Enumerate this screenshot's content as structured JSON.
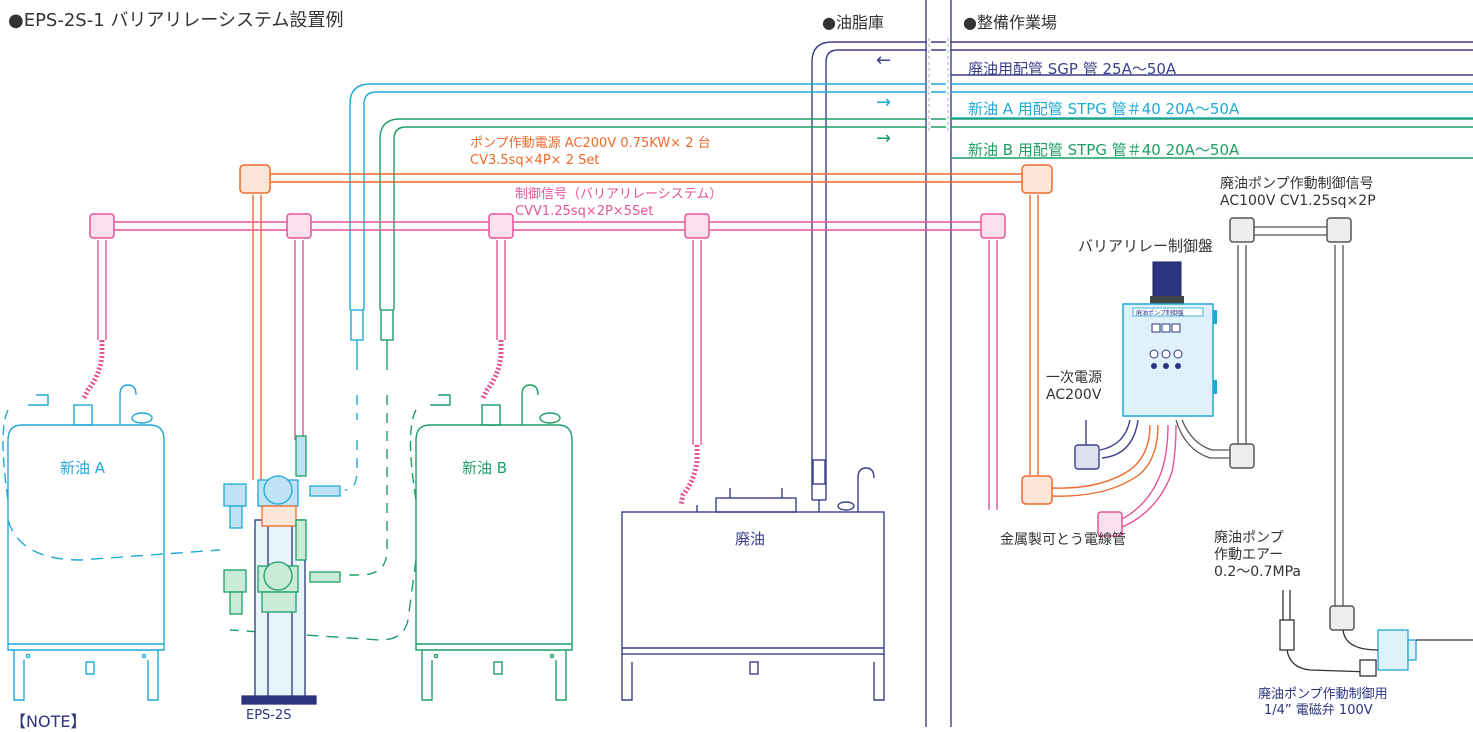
{
  "title": "●EPS-2S-1 バリアリレーシステム設置例",
  "zones": {
    "oil_store": "●油脂庫",
    "workshop": "●整備作業場"
  },
  "pipes": {
    "waste": {
      "arrow": "←",
      "label": "廃油用配管 SGP 管 25A～50A",
      "color": "#3d3f8c"
    },
    "new_a": {
      "arrow": "→",
      "label": "新油 A 用配管 STPG 管＃40 20A～50A",
      "color": "#1fa9d6"
    },
    "new_b": {
      "arrow": "→",
      "label": "新油 B 用配管 STPG 管＃40 20A～50A",
      "color": "#1e9e66"
    }
  },
  "power": {
    "line1": "ポンプ作動電源 AC200V 0.75KW× 2 台",
    "line2": "CV3.5sq×4P× 2 Set",
    "color": "#ec6a2c"
  },
  "control": {
    "line1": "制御信号（バリアリレーシステム）",
    "line2": "CVV1.25sq×2P×5Set",
    "color": "#e5549a"
  },
  "waste_pump_signal": {
    "line1": "廃油ポンプ作動制御信号",
    "line2": "AC100V CV1.25sq×2P"
  },
  "panel_label": "バリアリレー制御盤",
  "panel_plate": "廃油ポンプ制御盤",
  "primary_power": {
    "line1": "一次電源",
    "line2": "AC200V"
  },
  "tanks": {
    "a": "新油 A",
    "b": "新油 B",
    "waste": "廃油"
  },
  "conduit_label": "金属製可とう電線管",
  "air": {
    "line1": "廃油ポンプ",
    "line2": "作動エアー",
    "line3": "0.2～0.7MPa"
  },
  "solenoid": {
    "line1": "廃油ポンプ作動制御用",
    "line2": "1/4” 電磁弁 100V"
  },
  "unit_label": "EPS-2S",
  "note": "【NOTE】",
  "colors": {
    "navy": "#3d3f8c",
    "cyan": "#1fa9d6",
    "green": "#1e9e66",
    "orange": "#ec6a2c",
    "pink": "#e5549a",
    "gray": "#555555"
  }
}
